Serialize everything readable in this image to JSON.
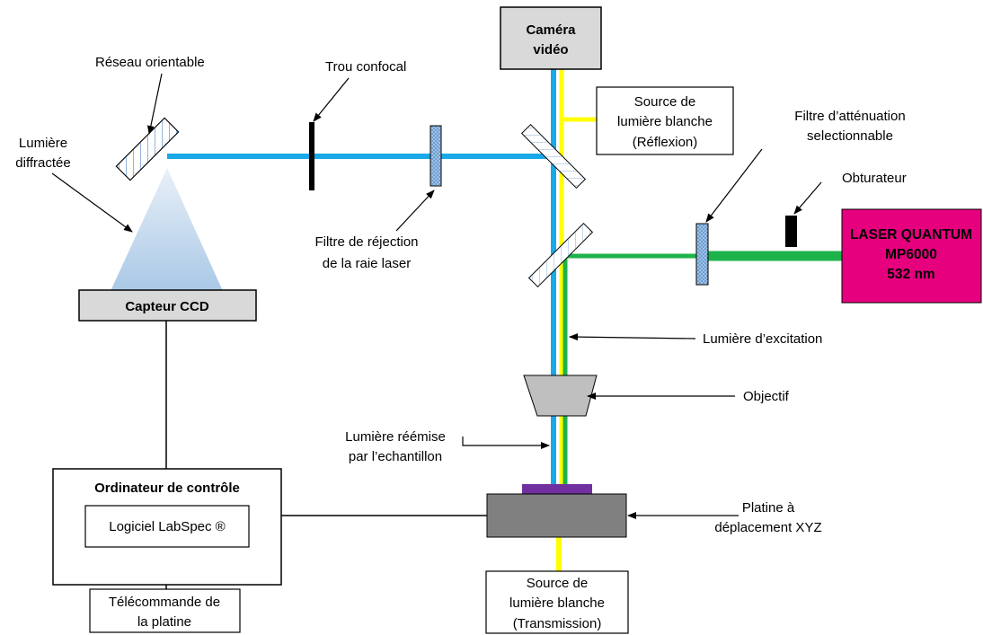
{
  "labels": {
    "camera_l1": "Caméra",
    "camera_l2": "vidéo",
    "white_reflex_l1": "Source de",
    "white_reflex_l2": "lumière blanche",
    "white_reflex_l3": "(Réflexion)",
    "grating": "Réseau orientable",
    "pinhole": "Trou confocal",
    "diffracted_l1": "Lumière",
    "diffracted_l2": "diffractée",
    "atten_filter_l1": "Filtre d’atténuation",
    "atten_filter_l2": "selectionnable",
    "shutter": "Obturateur",
    "laser_l1": "LASER QUANTUM",
    "laser_l2": "MP6000",
    "laser_l3": "532 nm",
    "rejection_filter_l1": "Filtre de réjection",
    "rejection_filter_l2": "de la raie laser",
    "ccd": "Capteur CCD",
    "excitation": "Lumière d’excitation",
    "objective": "Objectif",
    "reemitted_l1": "Lumière réémise",
    "reemitted_l2": "par l’echantillon",
    "computer": "Ordinateur de contrôle",
    "software": "Logiciel LabSpec ®",
    "stage_l1": "Platine à",
    "stage_l2": "déplacement XYZ",
    "remote_l1": "Télécommande de",
    "remote_l2": "la platine",
    "white_trans_l1": "Source de",
    "white_trans_l2": "lumière blanche",
    "white_trans_l3": "(Transmission)"
  },
  "colors": {
    "raman_beam": "#1aa9e8",
    "laser_beam": "#1db34a",
    "white_light": "#ffff00",
    "laser_box": "#e6007e",
    "stage": "#808080",
    "sample": "#7030a0",
    "component_fill": "#d9d9d9"
  }
}
